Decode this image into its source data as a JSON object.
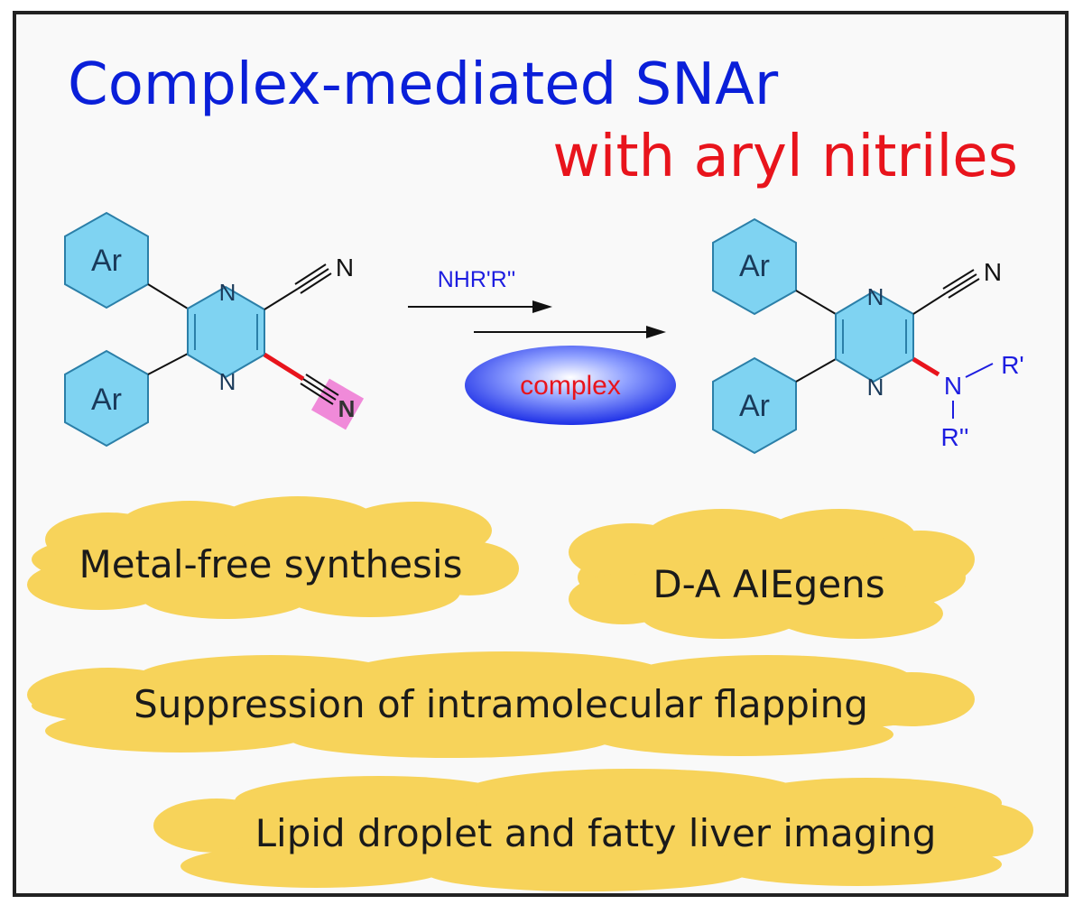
{
  "title": {
    "line1": "Complex-mediated SNAr",
    "line2": "with aryl nitriles",
    "color1": "#0a1fd9",
    "color2": "#e8141c"
  },
  "reactant": {
    "ar_top": "Ar",
    "ar_bottom": "Ar",
    "n_top": "N",
    "n_bottom": "N",
    "nitrile_top": "N",
    "nitrile_leaving": "N"
  },
  "reaction": {
    "reagent": "NHR'R''",
    "catalyst": "complex"
  },
  "product": {
    "ar_top": "Ar",
    "ar_bottom": "Ar",
    "n_top": "N",
    "n_bottom": "N",
    "nitrile": "N",
    "amine_n": "N",
    "r1": "R'",
    "r2": "R''"
  },
  "features": [
    "Metal-free synthesis",
    "D-A AIEgens",
    "Suppression of intramolecular flapping",
    "Lipid droplet and fatty liver imaging"
  ],
  "colors": {
    "ring_fill": "#7fd3f2",
    "ring_stroke": "#2b7fa8",
    "highlight": "#e8141c",
    "nitrile_box": "#f08ad9",
    "cloud": "#f7d35a",
    "amine": "#1d1de0"
  }
}
